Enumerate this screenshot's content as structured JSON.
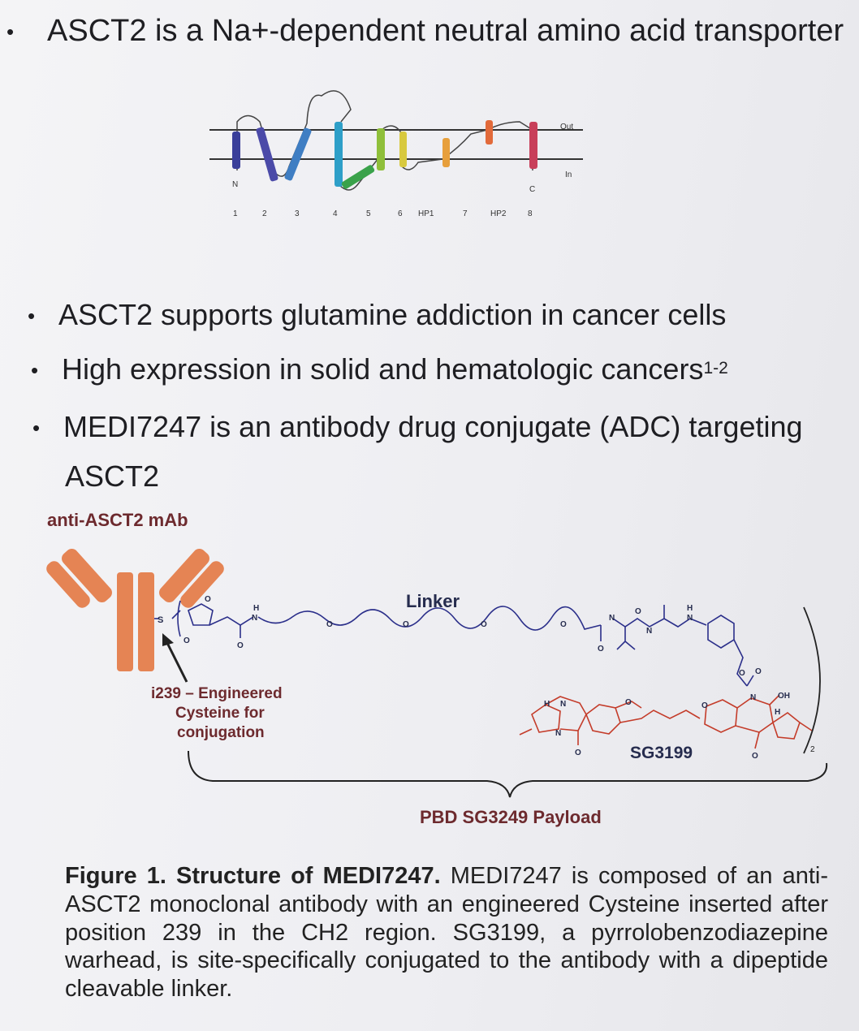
{
  "bullets": {
    "b1": "ASCT2 is a Na+-dependent neutral amino acid transporter",
    "b2": "ASCT2 supports glutamine addiction in cancer cells",
    "b3": "High expression in solid and hematologic cancers",
    "b3_sup": "1-2",
    "b4_line1": "MEDI7247 is an antibody drug conjugate (ADC) targeting",
    "b4_line2": "ASCT2",
    "bullet_glyph": "•"
  },
  "topology": {
    "out_label": "Out",
    "in_label": "In",
    "n_label": "N",
    "c_label": "C",
    "segments": [
      "1",
      "2",
      "3",
      "4",
      "5",
      "6",
      "HP1",
      "7",
      "HP2",
      "8"
    ],
    "helix_colors": [
      "#3a3f9a",
      "#4b4aa8",
      "#3f7ec3",
      "#2e9fc8",
      "#3aa24a",
      "#8fbf3a",
      "#d8c93e",
      "#e79f3c",
      "#e26a3a",
      "#c83f5a"
    ]
  },
  "structure": {
    "mab_label": "anti-ASCT2 mAb",
    "linker_label": "Linker",
    "cysteine_label_l1": "i239 – Engineered",
    "cysteine_label_l2": "Cysteine for",
    "cysteine_label_l3": "conjugation",
    "warhead_label": "SG3199",
    "payload_label": "PBD SG3249 Payload",
    "multiplier": "2",
    "atoms": {
      "s": "S",
      "o": "O",
      "n": "N",
      "h": "H",
      "oh": "OH"
    },
    "colors": {
      "antibody": "#e58454",
      "linker": "#2b2f8a",
      "warhead": "#c43c2a"
    }
  },
  "caption": {
    "bold": "Figure 1. Structure of MEDI7247.",
    "text": " MEDI7247 is composed of an anti-ASCT2 monoclonal antibody with an engineered Cysteine inserted after position 239 in the CH2 region. SG3199, a pyrrolobenzodiazepine warhead, is site-specifically conjugated to the antibody with a dipeptide cleavable linker."
  }
}
